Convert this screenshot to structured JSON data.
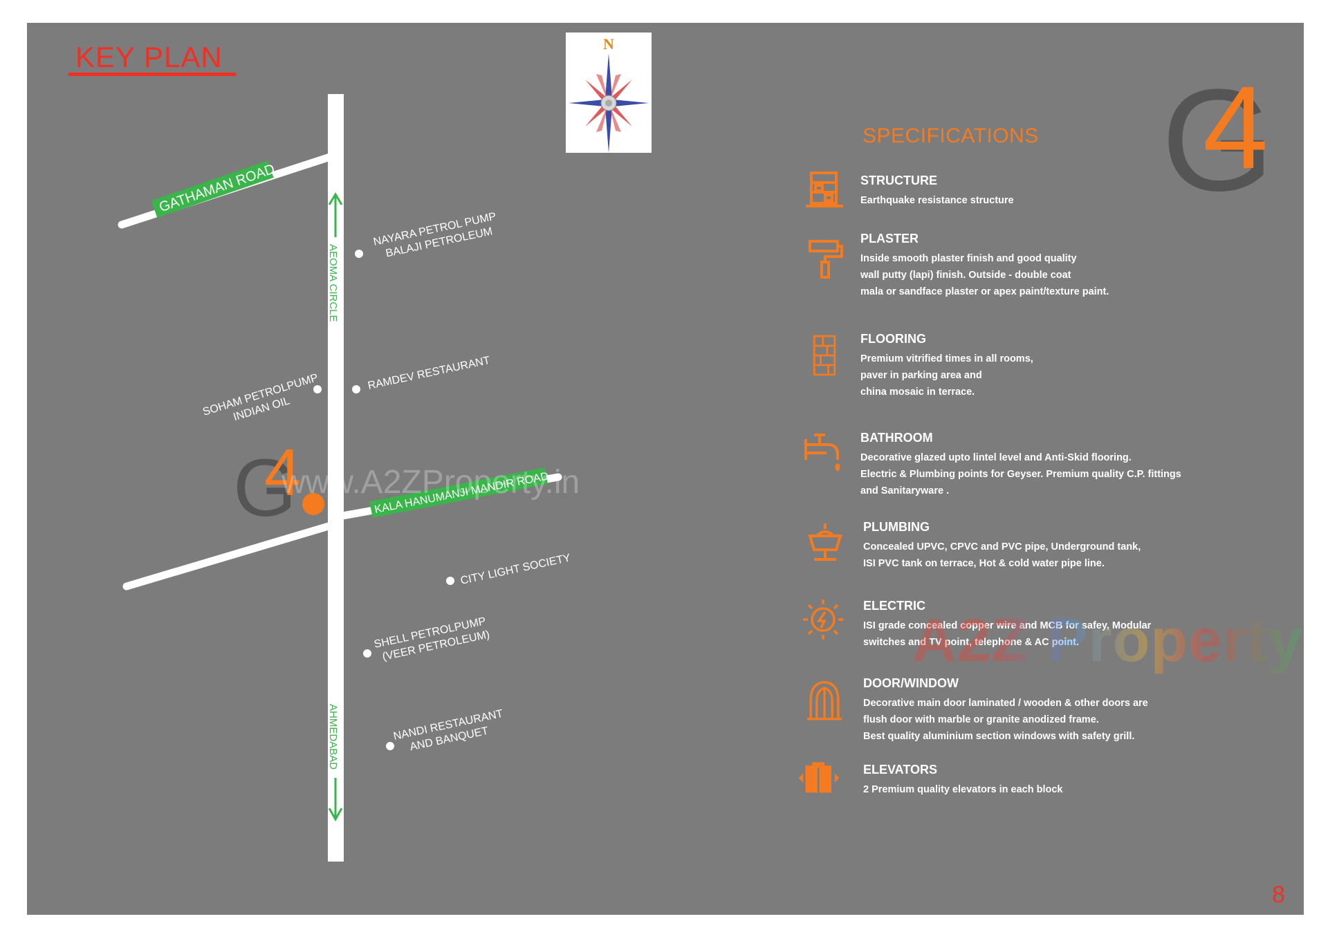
{
  "key_plan": {
    "title": "KEY PLAN",
    "north": "N",
    "roads": {
      "gathaman": "GATHAMAN ROAD",
      "kala": "KALA HANUMANJI MANDIR ROAD",
      "aeoma": "AEOMA CIRCLE",
      "ahmedabad": "AHMEDABAD"
    },
    "landmarks": [
      {
        "line1": "NAYARA PETROL PUMP",
        "line2": "BALAJI PETROLEUM"
      },
      {
        "line1": "RAMDEV RESTAURANT",
        "line2": ""
      },
      {
        "line1": "SOHAM PETROLPUMP",
        "line2": "INDIAN OIL"
      },
      {
        "line1": "CITY LIGHT SOCIETY",
        "line2": ""
      },
      {
        "line1": "SHELL PETROLPUMP",
        "line2": "(VEER PETROLEUM)"
      },
      {
        "line1": "NANDI RESTAURANT",
        "line2": "AND BANQUET"
      }
    ],
    "watermark": "www.A2ZProperty.in"
  },
  "logo": {
    "letter": "G",
    "number": "4"
  },
  "specs_title": "SPECIFICATIONS",
  "specs": [
    {
      "icon": "structure-icon",
      "title": "STRUCTURE",
      "lines": [
        "Earthquake resistance structure"
      ]
    },
    {
      "icon": "plaster-roller-icon",
      "title": "PLASTER",
      "lines": [
        "Inside smooth plaster finish and good quality",
        "wall putty (lapi) finish. Outside - double coat",
        "mala or sandface plaster or apex paint/texture paint."
      ]
    },
    {
      "icon": "flooring-tiles-icon",
      "title": "FLOORING",
      "lines": [
        "Premium vitrified times in all rooms,",
        "paver in parking area and",
        "china mosaic in terrace."
      ]
    },
    {
      "icon": "faucet-icon",
      "title": "BATHROOM",
      "lines": [
        "Decorative glazed upto lintel level and Anti-Skid flooring.",
        "Electric & Plumbing points for Geyser. Premium quality C.P. fittings",
        "and Sanitaryware ."
      ]
    },
    {
      "icon": "tank-icon",
      "title": "PLUMBING",
      "lines": [
        "Concealed UPVC, CPVC and PVC pipe, Underground tank,",
        "ISI PVC tank on terrace, Hot & cold water pipe line."
      ]
    },
    {
      "icon": "electric-bolt-icon",
      "title": "ELECTRIC",
      "lines": [
        "ISI grade concealed copper wire and MCB for safey, Modular",
        "switches and TV point, telephone & AC point."
      ]
    },
    {
      "icon": "door-window-icon",
      "title": "DOOR/WINDOW",
      "lines": [
        "Decorative main door laminated / wooden & other doors are",
        "flush door with marble or granite anodized frame.",
        "Best quality aluminium section windows with safety grill."
      ]
    },
    {
      "icon": "elevator-icon",
      "title": "ELEVATORS",
      "lines": [
        "2 Premium quality elevators in each block"
      ]
    }
  ],
  "watermark2": "A2Z Property",
  "page_number": "8",
  "colors": {
    "panel": "#7c7c7c",
    "accent": "#f47b20",
    "road_label": "#39b54a",
    "title_red": "#ee3124"
  }
}
